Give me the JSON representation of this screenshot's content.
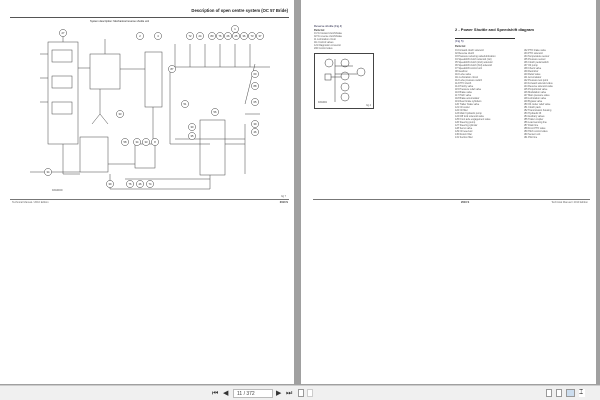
{
  "viewer": {
    "page_indicator": "11 / 372",
    "first": "⏮",
    "prev": "◀",
    "next": "▶",
    "last": "⏭"
  },
  "left_page": {
    "header": "Description of open centre system (OC 57 Bride)",
    "diagram_title": "System description: Mechanical reverse shuttle unit",
    "fig_label": "Fig 7",
    "diagram_code": "RAM0000",
    "footer_left": "Technical Manual / 2010 Edition",
    "footer_right": "2010 S",
    "callouts": [
      "27",
      "2",
      "4",
      "1",
      "72",
      "24",
      "80",
      "76",
      "26",
      "25",
      "36",
      "73",
      "37",
      "87",
      "60",
      "88",
      "65",
      "51",
      "33",
      "56",
      "30",
      "35",
      "39",
      "46",
      "58",
      "34",
      "33",
      "8",
      "34",
      "39",
      "76",
      "46",
      "74"
    ]
  },
  "right_page": {
    "small_title": "Reverse shuttle (Fig 4)",
    "small_sub": "Parts list:",
    "small_items": [
      "01 To forward clutch/brake",
      "02 To reverse clutch/brake",
      "11 Lubrication circuit",
      "111 Control valves",
      "121 Diagnostic connector",
      "200 Control valve"
    ],
    "fig_label": "Fig 4",
    "fig_code": "RAM001",
    "heading": "2 - Power Shuttle and Speedshift diagram",
    "fig_ref": "(Fig 5)",
    "parts_title": "Parts list:",
    "parts": [
      "01 Forward clutch solenoid",
      "02 Reverse clutch",
      "03 Pressure reducing valve/lubrication",
      "04 Speedshift clutch solenoid (1st)",
      "05 Speedshift clutch (2nd) solenoid",
      "06 Speedshift clutch (3rd) solenoid",
      "07 Speedshift control unit",
      "08 Gearbox",
      "110 Lube valve",
      "111 Lubrication circuit",
      "112 Lube pressure switch",
      "113 PTO clutch",
      "114 Priority valve",
      "115 Pressure relief valve",
      "116 Brake valve",
      "117 Hitch valve",
      "118 Brake accumulator",
      "119 Rear brake cylinders",
      "120 Trailer brake valve",
      "121 Oil cooler",
      "122 Oil filter",
      "123 Main hydraulic pump",
      "124 Diff lock solenoid valve",
      "125 Front axle engagement valve",
      "126 Steering pump",
      "127 Steering cylinder",
      "128 Servo valve",
      "129 Oil reservoir",
      "130 Return filter",
      "131 Suction filter",
      "132 PTO brake valve",
      "133 PTO solenoid",
      "134 Temperature sensor",
      "135 Pressure sensor",
      "136 Clutch pedal switch",
      "137 Oil pump",
      "138 Check valve",
      "139 Restrictor",
      "140 Relief valve",
      "141 Accumulator",
      "142 Pressure test point",
      "143 Forward solenoid valve",
      "144 Reverse solenoid valve",
      "145 Proportional valve",
      "146 Modulation valve",
      "147 Main pressure valve",
      "148 Lubrication valve",
      "149 Bypass valve",
      "150 Oil cooler relief valve",
      "151 Clutch pack",
      "152 Transmission housing",
      "153 Hydraulic lift",
      "154 Auxiliary valves",
      "155 Trailer coupler",
      "156 Load sensing line",
      "157 Drain line",
      "158 Front PTO valve",
      "159 Hitch control valve",
      "160 Sensor unit",
      "161 Pilot line"
    ],
    "footer_left": "2010 S",
    "footer_right": "Technical Manual / 2010 Edition"
  }
}
